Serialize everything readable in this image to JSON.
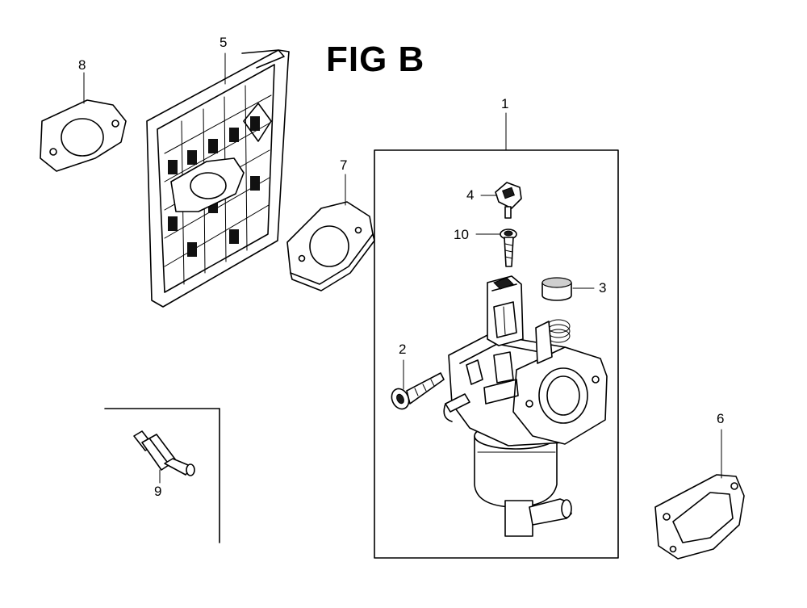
{
  "figure": {
    "title": "FIG B",
    "parts": [
      {
        "number": "1",
        "icon": "carburetor-assembly-icon"
      },
      {
        "number": "2",
        "icon": "screw-icon"
      },
      {
        "number": "3",
        "icon": "float-cap-icon"
      },
      {
        "number": "4",
        "icon": "knob-icon"
      },
      {
        "number": "5",
        "icon": "plate-icon"
      },
      {
        "number": "6",
        "icon": "gasket-icon"
      },
      {
        "number": "7",
        "icon": "insulator-gasket-icon"
      },
      {
        "number": "8",
        "icon": "gasket-icon"
      },
      {
        "number": "9",
        "icon": "fuel-filter-icon"
      },
      {
        "number": "10",
        "icon": "needle-screw-icon"
      }
    ]
  }
}
